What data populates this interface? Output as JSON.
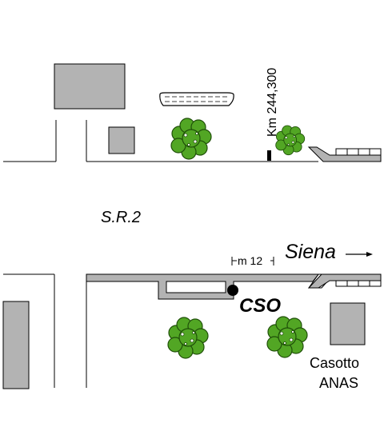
{
  "labels": {
    "km": "Km 244,300",
    "road": "S.R.2",
    "direction": "Siena",
    "distance": "m 12",
    "station": "CSO",
    "booth_line1": "Casotto",
    "booth_line2": "ANAS"
  },
  "colors": {
    "building": "#b3b3b3",
    "tree_leaf": "#52a624",
    "tree_outline": "#1f4f09",
    "line": "#000000"
  },
  "icons": {
    "direction_arrow": "arrow-right-icon",
    "distance_marker": "dimension-arrows-icon",
    "tree": "tree-icon",
    "station_marker": "station-dot-icon"
  }
}
